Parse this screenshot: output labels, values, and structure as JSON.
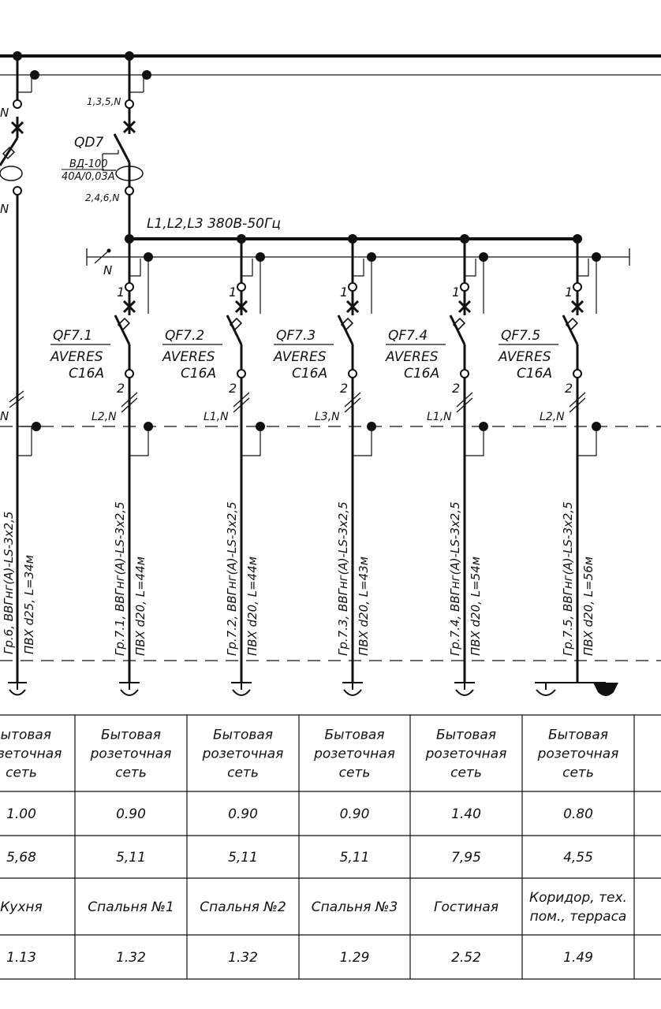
{
  "bus": {
    "label": "L1,L2,L3 380В-50Гц",
    "neutral": "N"
  },
  "input_left": {
    "top_pins": "N",
    "bottom_pins": "N"
  },
  "qd7": {
    "name": "QD7",
    "type": "ВД-100",
    "rating": "40А/0,03А",
    "top_pins": "1,3,5,N",
    "bottom_pins": "2,4,6,N"
  },
  "left_group": {
    "phase": "N",
    "cable": "Гр.6, ВВГнг(А)-LS-3х2,5",
    "conduit": "ПВХ d25, L=34м"
  },
  "groups": [
    {
      "breaker": "QF7.1",
      "brand": "AVERES",
      "rating": "C16A",
      "pin_top": "1",
      "pin_bottom": "2",
      "phase": "L2,N",
      "cable": "Гр.7.1, ВВГнг(А)-LS-3х2,5",
      "conduit": "ПВХ d20, L=44м"
    },
    {
      "breaker": "QF7.2",
      "brand": "AVERES",
      "rating": "C16A",
      "pin_top": "1",
      "pin_bottom": "2",
      "phase": "L1,N",
      "cable": "Гр.7.2, ВВГнг(А)-LS-3х2,5",
      "conduit": "ПВХ d20, L=44м"
    },
    {
      "breaker": "QF7.3",
      "brand": "AVERES",
      "rating": "C16A",
      "pin_top": "1",
      "pin_bottom": "2",
      "phase": "L3,N",
      "cable": "Гр.7.3, ВВГнг(А)-LS-3х2,5",
      "conduit": "ПВХ d20, L=43м"
    },
    {
      "breaker": "QF7.4",
      "brand": "AVERES",
      "rating": "C16A",
      "pin_top": "1",
      "pin_bottom": "2",
      "phase": "L1,N",
      "cable": "Гр.7.4, ВВГнг(А)-LS-3х2,5",
      "conduit": "ПВХ d20, L=54м"
    },
    {
      "breaker": "QF7.5",
      "brand": "AVERES",
      "rating": "C16A",
      "pin_top": "1",
      "pin_bottom": "2",
      "phase": "L2,N",
      "cable": "Гр.7.5, ВВГнг(А)-LS-3х2,5",
      "conduit": "ПВХ d20, L=56м"
    }
  ],
  "table": {
    "rows": [
      [
        "Бытовая розеточная сеть",
        "Бытовая розеточная сеть",
        "Бытовая розеточная сеть",
        "Бытовая розеточная сеть",
        "Бытовая розеточная сеть",
        "Бытовая розеточная сеть"
      ],
      [
        "1.00",
        "0.90",
        "0.90",
        "0.90",
        "1.40",
        "0.80"
      ],
      [
        "5,68",
        "5,11",
        "5,11",
        "5,11",
        "7,95",
        "4,55"
      ],
      [
        "Кухня",
        "Спальня №1",
        "Спальня №2",
        "Спальня №3",
        "Гостиная",
        "Коридор, тех. пом., терраса"
      ],
      [
        "1.13",
        "1.32",
        "1.32",
        "1.29",
        "2.52",
        "1.49"
      ]
    ]
  }
}
